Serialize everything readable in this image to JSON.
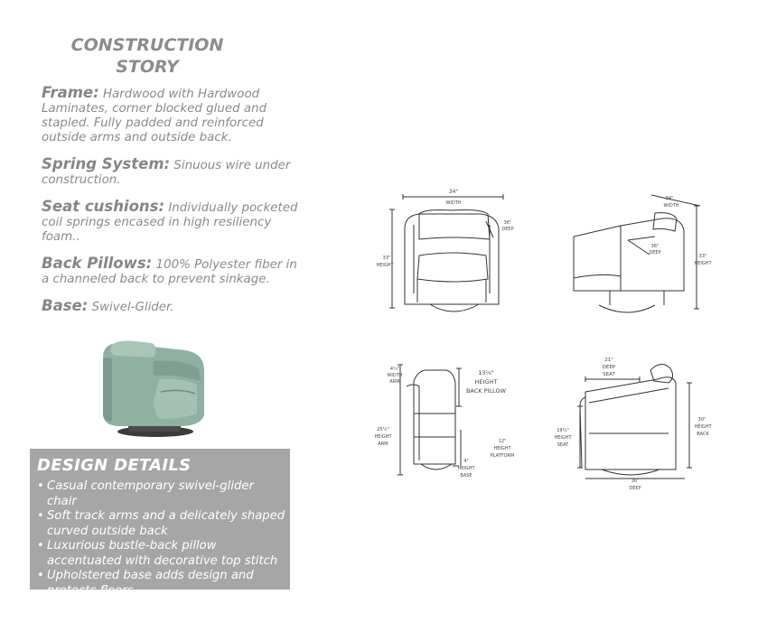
{
  "title": {
    "line1": "CONSTRUCTION",
    "line2": "STORY"
  },
  "specs": [
    {
      "label": "Frame:",
      "text": "Hardwood with Hardwood Laminates, corner blocked glued and stapled. Fully padded and reinforced outside arms and outside back."
    },
    {
      "label": "Spring System:",
      "text": "Sinuous wire under construction."
    },
    {
      "label": "Seat cushions:",
      "text": "Individually pocketed coil springs encased in high resiliency foam.."
    },
    {
      "label": "Back Pillows:",
      "text": "100% Polyester fiber in a channeled back to prevent sinkage."
    },
    {
      "label": "Base:",
      "text": "Swivel-Glider."
    }
  ],
  "design": {
    "title": "DESIGN DETAILS",
    "bullet": "•",
    "items": [
      "Casual contemporary swivel-glider chair",
      "Soft track arms and a delicately shaped curved outside back",
      "Luxurious bustle-back pillow accentuated with decorative top stitch",
      "Upholstered base adds design and protects floors"
    ]
  },
  "dims": {
    "front": {
      "width_v": "34\"",
      "width_l": "WIDTH",
      "deep_v": "36\"",
      "deep_l": "DEEP",
      "height_v": "33\"",
      "height_l": "HEIGHT"
    },
    "three_quarter": {
      "width_v": "34\"",
      "width_l": "WIDTH",
      "deep_v": "36\"",
      "deep_l": "DEEP",
      "height_v": "33\"",
      "height_l": "HEIGHT"
    },
    "side": {
      "arm_width_v": "4¼\"",
      "arm_width_l1": "WIDTH",
      "arm_width_l2": "ARM",
      "pillow_v": "13¼\"",
      "pillow_l1": "HEIGHT",
      "pillow_l2": "BACK PILLOW",
      "arm_height_v": "25¼\"",
      "arm_height_l1": "HEIGHT",
      "arm_height_l2": "ARM",
      "platform_v": "12\"",
      "platform_l1": "HEIGHT",
      "platform_l2": "PLATFORM",
      "base_v": "4\"",
      "base_l1": "HEIGHT",
      "base_l2": "BASE"
    },
    "profile": {
      "seat_deep_v": "21\"",
      "seat_deep_l1": "DEEP",
      "seat_deep_l2": "SEAT",
      "seat_height_v": "19¼\"",
      "seat_height_l1": "HEIGHT",
      "seat_height_l2": "SEAT",
      "back_height_v": "30\"",
      "back_height_l1": "HEIGHT",
      "back_height_l2": "BACK",
      "deep_v": "36\"",
      "deep_l": "DEEP"
    }
  },
  "colors": {
    "chair": "#8fb0a3",
    "panel": "#a6a6a6",
    "text": "#8a8a8a",
    "line": "#333333"
  }
}
